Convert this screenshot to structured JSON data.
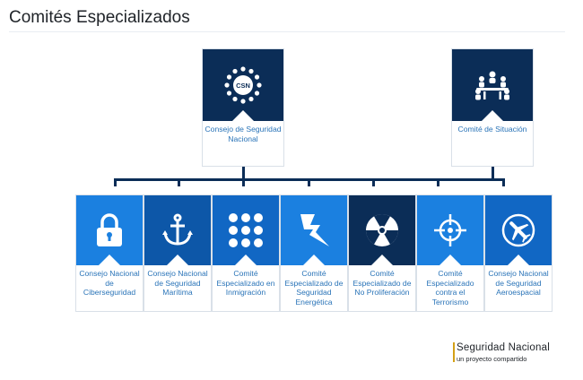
{
  "title": "Comités Especializados",
  "top_nodes": [
    {
      "label": "Consejo de Seguridad Nacional",
      "icon": "csn-icon",
      "icon_text": "CSN"
    },
    {
      "label": "Comité de Situación",
      "icon": "meeting-icon"
    }
  ],
  "committees": [
    {
      "label": "Consejo Nacional de Ciberseguridad",
      "icon": "padlock-icon",
      "color": "#1b80e0"
    },
    {
      "label": "Consejo Nacional de Seguridad Marítima",
      "icon": "anchor-icon",
      "color": "#0d57a8"
    },
    {
      "label": "Comité Especializado en Inmigración",
      "icon": "dots-grid-icon",
      "color": "#1167c4"
    },
    {
      "label": "Comité Especializado de Seguridad Energética",
      "icon": "lightning-icon",
      "color": "#1b80e0"
    },
    {
      "label": "Comité Especializado de No Proliferación",
      "icon": "radiation-icon",
      "color": "#0b2d57"
    },
    {
      "label": "Comité Especializado contra el Terrorismo",
      "icon": "crosshair-icon",
      "color": "#1b80e0"
    },
    {
      "label": "Consejo Nacional de Seguridad Aeroespacial",
      "icon": "airplane-icon",
      "color": "#1167c4"
    }
  ],
  "logo": {
    "line1": "Seguridad Nacional",
    "line2": "un proyecto compartido",
    "accent": "#d4a017"
  },
  "colors": {
    "navy": "#0b2d57",
    "label_blue": "#2a74b8"
  }
}
